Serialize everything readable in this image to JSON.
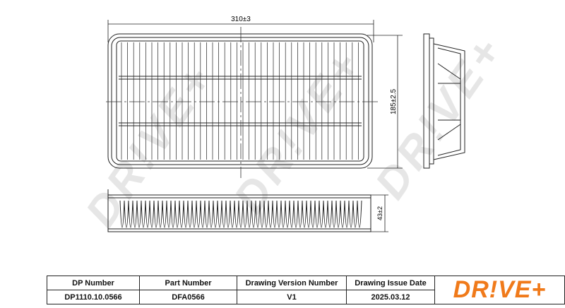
{
  "drawing": {
    "width_dim": "310±3",
    "height_dim": "185±2.5",
    "depth_dim": "43±2",
    "watermark": "DR!VE+"
  },
  "title_block": {
    "headers": [
      "DP Number",
      "Part Number",
      "Drawing Version Number",
      "Drawing Issue Date"
    ],
    "values": [
      "DP1110.10.0566",
      "DFA0566",
      "V1",
      "2025.03.12"
    ],
    "logo": "DR!VE+"
  },
  "colors": {
    "brand": "#f07a1a",
    "line": "#222222"
  }
}
